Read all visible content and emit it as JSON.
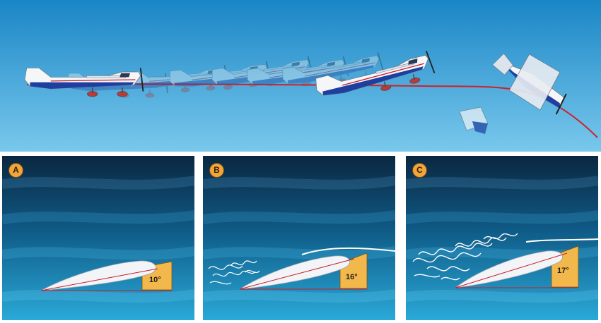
{
  "panels": [
    {
      "letter": "A",
      "angle": "10°"
    },
    {
      "letter": "B",
      "angle": "16°"
    },
    {
      "letter": "C",
      "angle": "17°"
    }
  ],
  "colors": {
    "sky_top": "#1e88c4",
    "sky_bottom": "#6fc3ea",
    "flight_path": "#d1202a",
    "water_dark": "#0b2740",
    "water_light": "#25a6d6",
    "angle_fill": "#f3b84b",
    "badge": "#f0a63a"
  }
}
